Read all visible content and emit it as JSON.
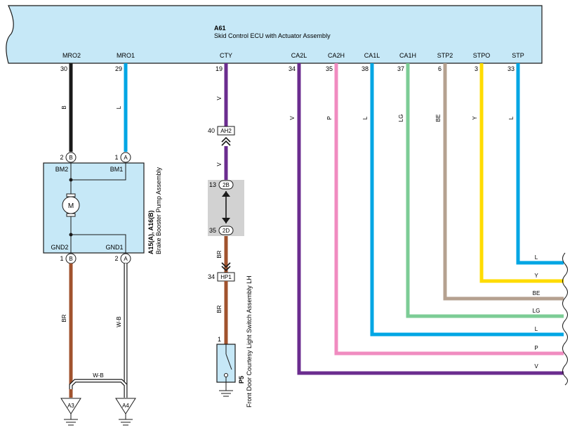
{
  "ecu": {
    "code": "A61",
    "name": "Skid Control ECU with Actuator Assembly",
    "terminals": [
      {
        "id": "mro2",
        "name": "MRO2",
        "pin": "30"
      },
      {
        "id": "mro1",
        "name": "MRO1",
        "pin": "29"
      },
      {
        "id": "cty",
        "name": "CTY",
        "pin": "19"
      },
      {
        "id": "ca2l",
        "name": "CA2L",
        "pin": "34"
      },
      {
        "id": "ca2h",
        "name": "CA2H",
        "pin": "35"
      },
      {
        "id": "ca1l",
        "name": "CA1L",
        "pin": "38"
      },
      {
        "id": "ca1h",
        "name": "CA1H",
        "pin": "37"
      },
      {
        "id": "stp2",
        "name": "STP2",
        "pin": "6"
      },
      {
        "id": "stpo",
        "name": "STPO",
        "pin": "3"
      },
      {
        "id": "stp",
        "name": "STP",
        "pin": "33"
      }
    ]
  },
  "pump": {
    "code": "A15(A), A16(B)",
    "name": "Brake Booster Pump Assembly",
    "terminal_bm2": "BM2",
    "terminal_bm1": "BM1",
    "terminal_gnd2": "GND2",
    "terminal_gnd1": "GND1",
    "pin_bm2": "2",
    "pin_bm1": "1",
    "pin_gnd2": "1",
    "pin_gnd1": "2",
    "conn_b": "B",
    "conn_a": "A",
    "motor": "M"
  },
  "wires": {
    "mro2": "B",
    "mro1": "L",
    "cty_top": "V",
    "cty_mid": "V",
    "cty_br1": "BR",
    "cty_br2": "BR",
    "ca2l": "V",
    "ca2h": "P",
    "ca1l": "L",
    "ca1h": "LG",
    "stp2": "BE",
    "stpo": "Y",
    "stp": "L",
    "gnd2": "BR",
    "gnd1": "W-B",
    "jumper": "W-B"
  },
  "right_labels": [
    "L",
    "Y",
    "BE",
    "LG",
    "L",
    "P",
    "V"
  ],
  "connectors": {
    "ah2": {
      "pin": "40",
      "label": "AH2"
    },
    "c2b": {
      "pin": "13",
      "label": "2B"
    },
    "c2d": {
      "pin": "35",
      "label": "2D"
    },
    "hp1": {
      "pin": "34",
      "label": "HP1"
    }
  },
  "switch": {
    "code": "P5",
    "name": "Front Door Courtesy Light Switch Assembly LH",
    "pin": "1"
  },
  "grounds": {
    "a3": "A3",
    "a4": "A4"
  },
  "colors": {
    "ecu_fill": "#c6e8f7",
    "ecu_border": "#1a1a1a",
    "violet": "#6b2c8f",
    "pink": "#f08cc0",
    "blue": "#00a6e4",
    "light_green": "#7ccc96",
    "beige": "#b5a190",
    "yellow": "#ffdc00",
    "brown": "#a0522d",
    "black": "#1a1a1a",
    "junction_gray": "#d2d2d2"
  }
}
